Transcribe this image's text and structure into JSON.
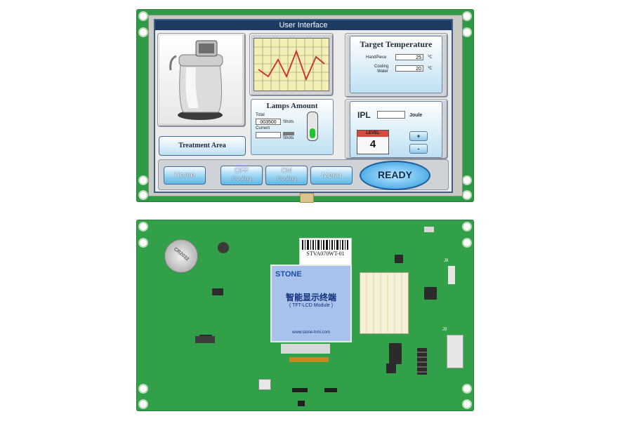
{
  "front_ui": {
    "title": "User Interface",
    "target_temperature": {
      "title": "Target Temperature",
      "handpiece_label": "HandPiece",
      "handpiece_value": "25",
      "cooling_water_label_1": "Cooling",
      "cooling_water_label_2": "Water",
      "cooling_value": "20",
      "unit": "℃"
    },
    "lamps_amount": {
      "title": "Lamps Amount",
      "total_label": "Total",
      "total_value": "003500",
      "total_unit": "Shots",
      "current_label": "Current",
      "current_unit": "Shots"
    },
    "ipl": {
      "label": "IPL",
      "unit": "Joule",
      "level_label": "LEVEL",
      "level_value": "4",
      "plus": "+",
      "minus": "-"
    },
    "treatment_area": "Treatment Area",
    "buttons": {
      "home": "Home",
      "off": "OFF",
      "off_sub": "Cooling",
      "on": "ON",
      "on_sub": "Cooling",
      "menu": "Menu",
      "ready": "READY"
    }
  },
  "back_board": {
    "battery_text": "CR2032",
    "sticker_text": "STVA070WT-01",
    "module_brand": "STONE",
    "module_cn": "智能显示终端",
    "module_sub": "( TFT-LCD Module )",
    "module_web": "www.stone-hmi.com",
    "connectors": {
      "j9": "J9",
      "j3": "J3"
    }
  },
  "colors": {
    "pcb_green": "#2f9a45",
    "title_bar": "#1d3a60",
    "button_blue": "#5fb7e5"
  }
}
